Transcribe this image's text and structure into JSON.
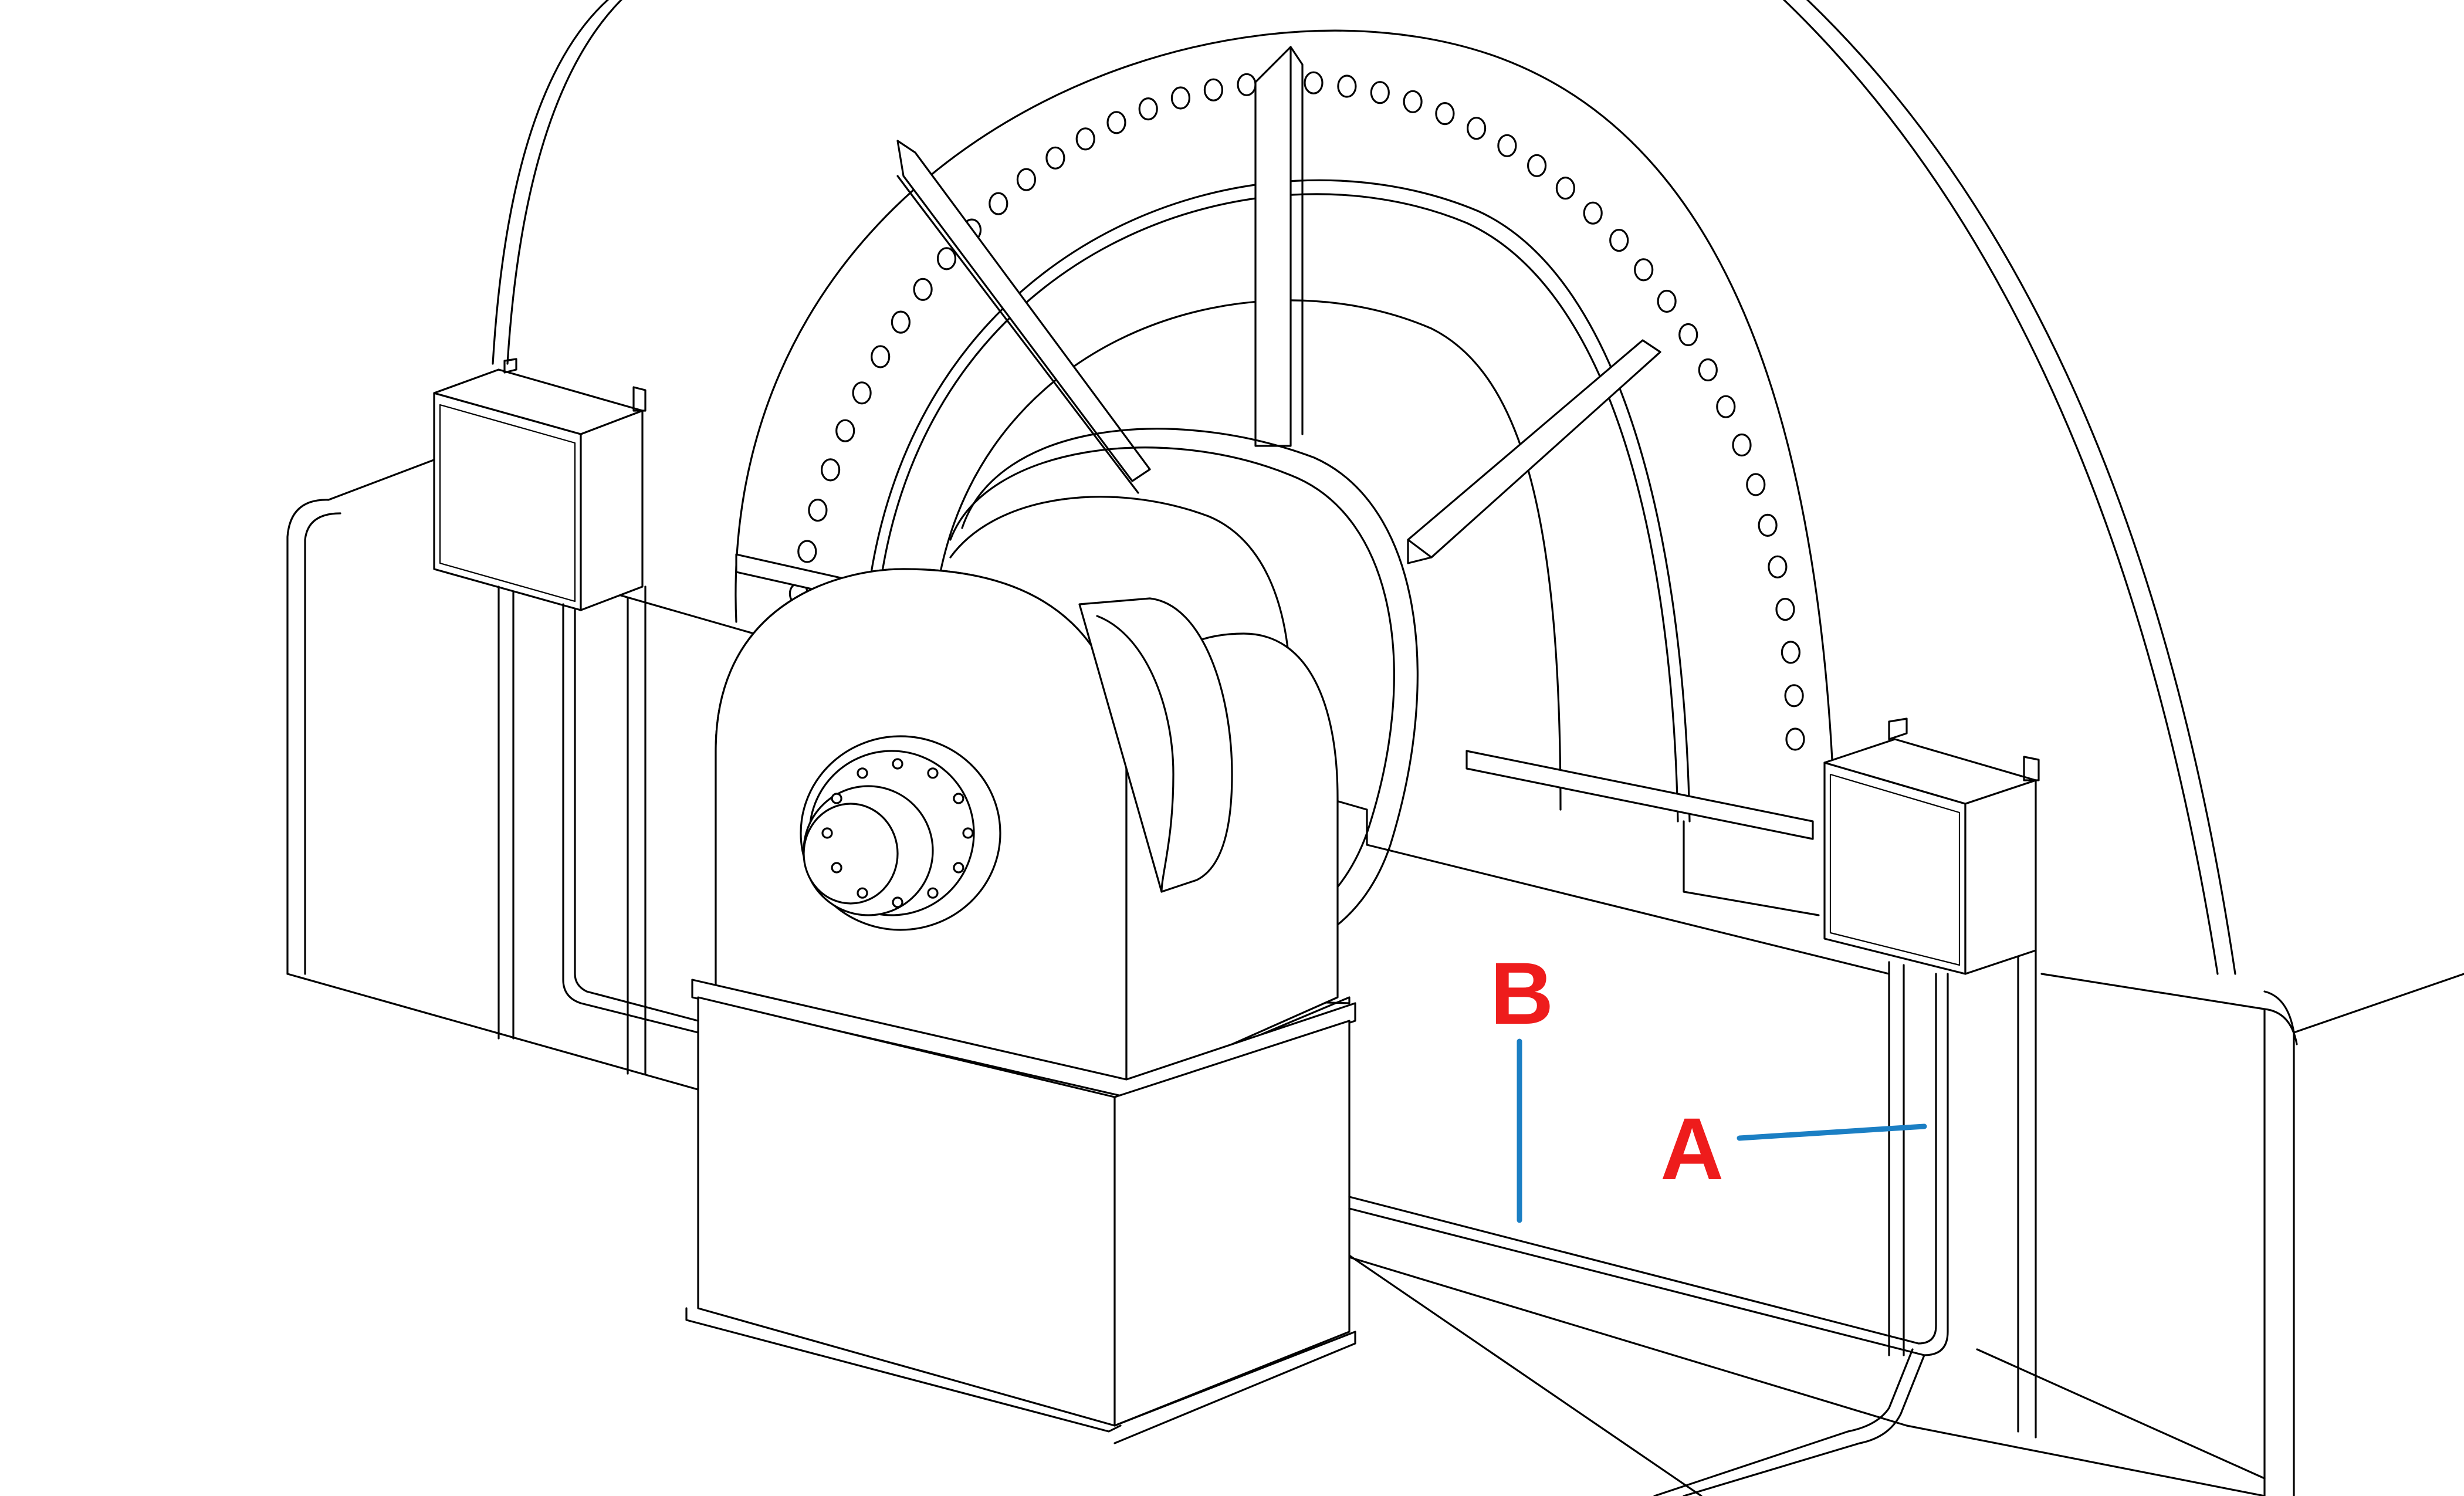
{
  "callouts": [
    {
      "id": "A",
      "label": "A"
    },
    {
      "id": "B",
      "label": "B"
    }
  ],
  "colors": {
    "label": "#ee1c1c",
    "leader": "#1b7fc4",
    "line": "#000000",
    "background": "#ffffff"
  }
}
